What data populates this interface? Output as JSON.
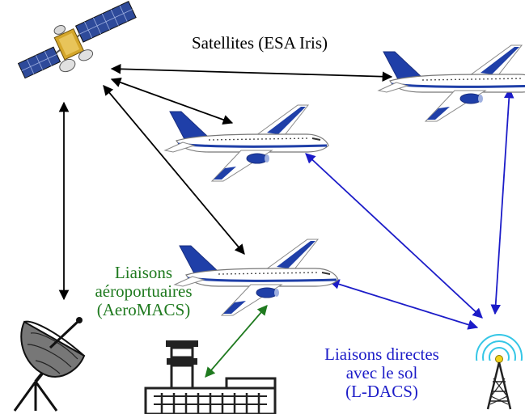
{
  "labels": {
    "satellites": "Satellites (ESA Iris)",
    "airport": [
      "Liaisons",
      "aéroportuaires",
      "(AeroMACS)"
    ],
    "direct": [
      "Liaisons directes",
      "avec le sol",
      "(L-DACS)"
    ]
  },
  "colors": {
    "satellite_links": "#000000",
    "airport_links": "#1f7a1f",
    "direct_links": "#1c1cc8",
    "aircraft_stripe": "#1f3fa8",
    "tower_cyan": "#35c6e6"
  },
  "icons": [
    "satellite-icon",
    "airplane-icon",
    "ground-antenna-icon",
    "airport-tower-icon",
    "radio-tower-icon"
  ]
}
